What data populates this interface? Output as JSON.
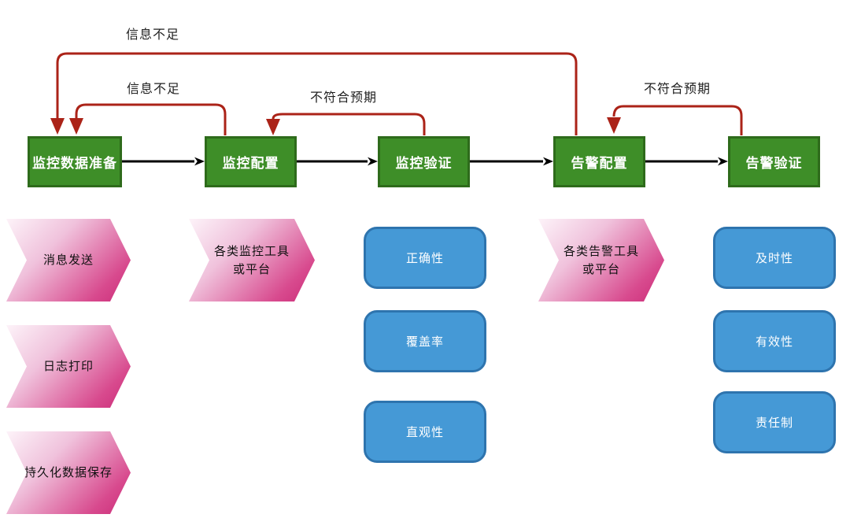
{
  "diagram": {
    "title": "monitoring-alerting-flow",
    "stages": [
      {
        "label": "监控数据准备"
      },
      {
        "label": "监控配置"
      },
      {
        "label": "监控验证"
      },
      {
        "label": "告警配置"
      },
      {
        "label": "告警验证"
      }
    ],
    "flow_arrows": [
      {
        "from": "监控数据准备",
        "to": "监控配置"
      },
      {
        "from": "监控配置",
        "to": "监控验证"
      },
      {
        "from": "监控验证",
        "to": "告警配置"
      },
      {
        "from": "告警配置",
        "to": "告警验证"
      }
    ],
    "feedback_arrows": [
      {
        "label": "信息不足",
        "from": "告警配置",
        "to": "监控数据准备"
      },
      {
        "label": "信息不足",
        "from": "监控配置",
        "to": "监控数据准备"
      },
      {
        "label": "不符合预期",
        "from": "监控验证",
        "to": "监控配置"
      },
      {
        "label": "不符合预期",
        "from": "告警验证",
        "to": "告警配置"
      }
    ],
    "inputs": [
      {
        "label": "消息发送",
        "column": "监控数据准备"
      },
      {
        "label": "日志打印",
        "column": "监控数据准备"
      },
      {
        "label": "持久化数据保存",
        "column": "监控数据准备"
      },
      {
        "label": "各类监控工具\n或平台",
        "column": "监控配置"
      },
      {
        "label": "各类告警工具\n或平台",
        "column": "告警配置"
      }
    ],
    "criteria": [
      {
        "label": "正确性",
        "column": "监控验证"
      },
      {
        "label": "覆盖率",
        "column": "监控验证"
      },
      {
        "label": "直观性",
        "column": "监控验证"
      },
      {
        "label": "及时性",
        "column": "告警验证"
      },
      {
        "label": "有效性",
        "column": "告警验证"
      },
      {
        "label": "责任制",
        "column": "告警验证"
      }
    ],
    "colors": {
      "stage_fill": "#3e8e28",
      "stage_border": "#2e6b1b",
      "feedback_arrow": "#ab2318",
      "flow_arrow": "#000000",
      "chevron_light": "#fdf3f9",
      "chevron_dark": "#cb2c78",
      "criteria_fill": "#4599d6",
      "criteria_border": "#2e74ae"
    }
  }
}
